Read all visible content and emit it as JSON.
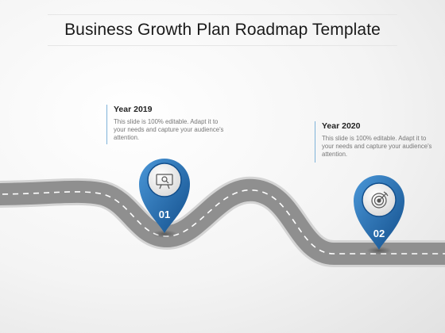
{
  "title": "Business Growth Plan Roadmap Template",
  "milestones": [
    {
      "year": "Year 2019",
      "description": "This slide is 100% editable. Adapt it to your needs and capture your audience's attention.",
      "number": "01",
      "icon": "presentation-board-icon"
    },
    {
      "year": "Year 2020",
      "description": "This slide is 100% editable. Adapt it to your needs and capture your audience's attention.",
      "number": "02",
      "icon": "target-icon"
    }
  ],
  "colors": {
    "road": "#8c8c8c",
    "road_edge": "#c8c8c8",
    "pin": "#1f6cb4",
    "accent_line": "#7fb3d9"
  }
}
